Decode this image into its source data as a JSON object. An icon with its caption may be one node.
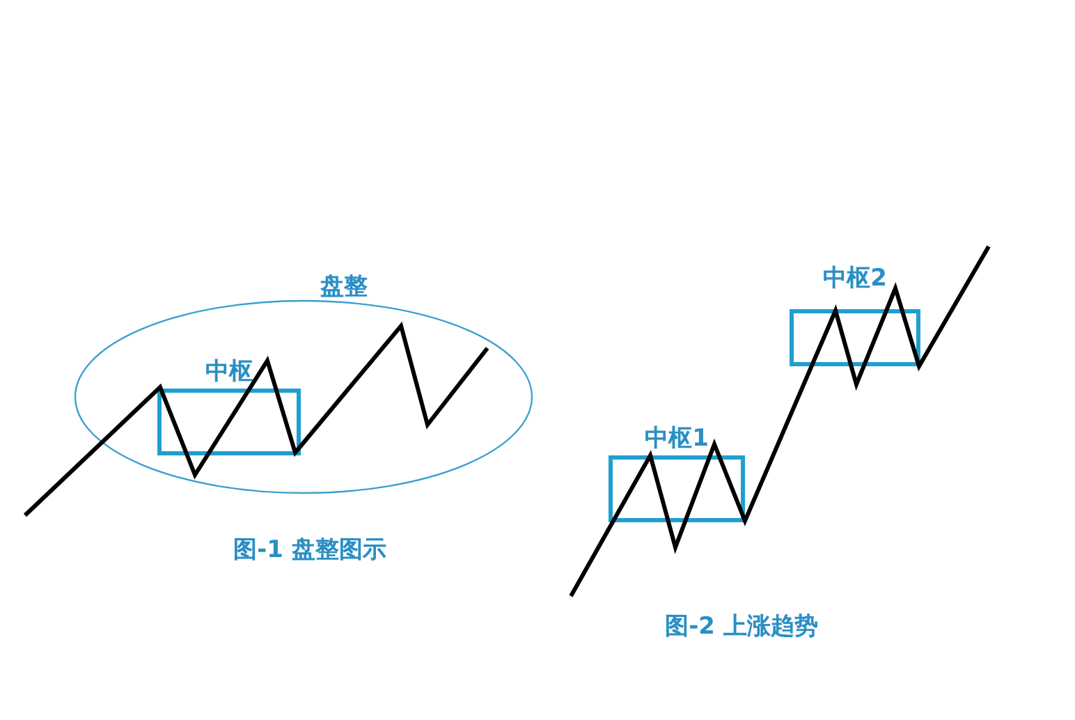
{
  "diagram": {
    "nodes": [
      {
        "text": [
          "盘整"
        ]
      },
      {
        "text": [
          "中枢"
        ],
        "in": 0
      },
      {
        "text": [
          "中枢1"
        ]
      },
      {
        "text": [
          "中枢2"
        ]
      }
    ],
    "labels": [
      "图-1 盘整图示",
      "图-2 上涨趋势"
    ]
  }
}
